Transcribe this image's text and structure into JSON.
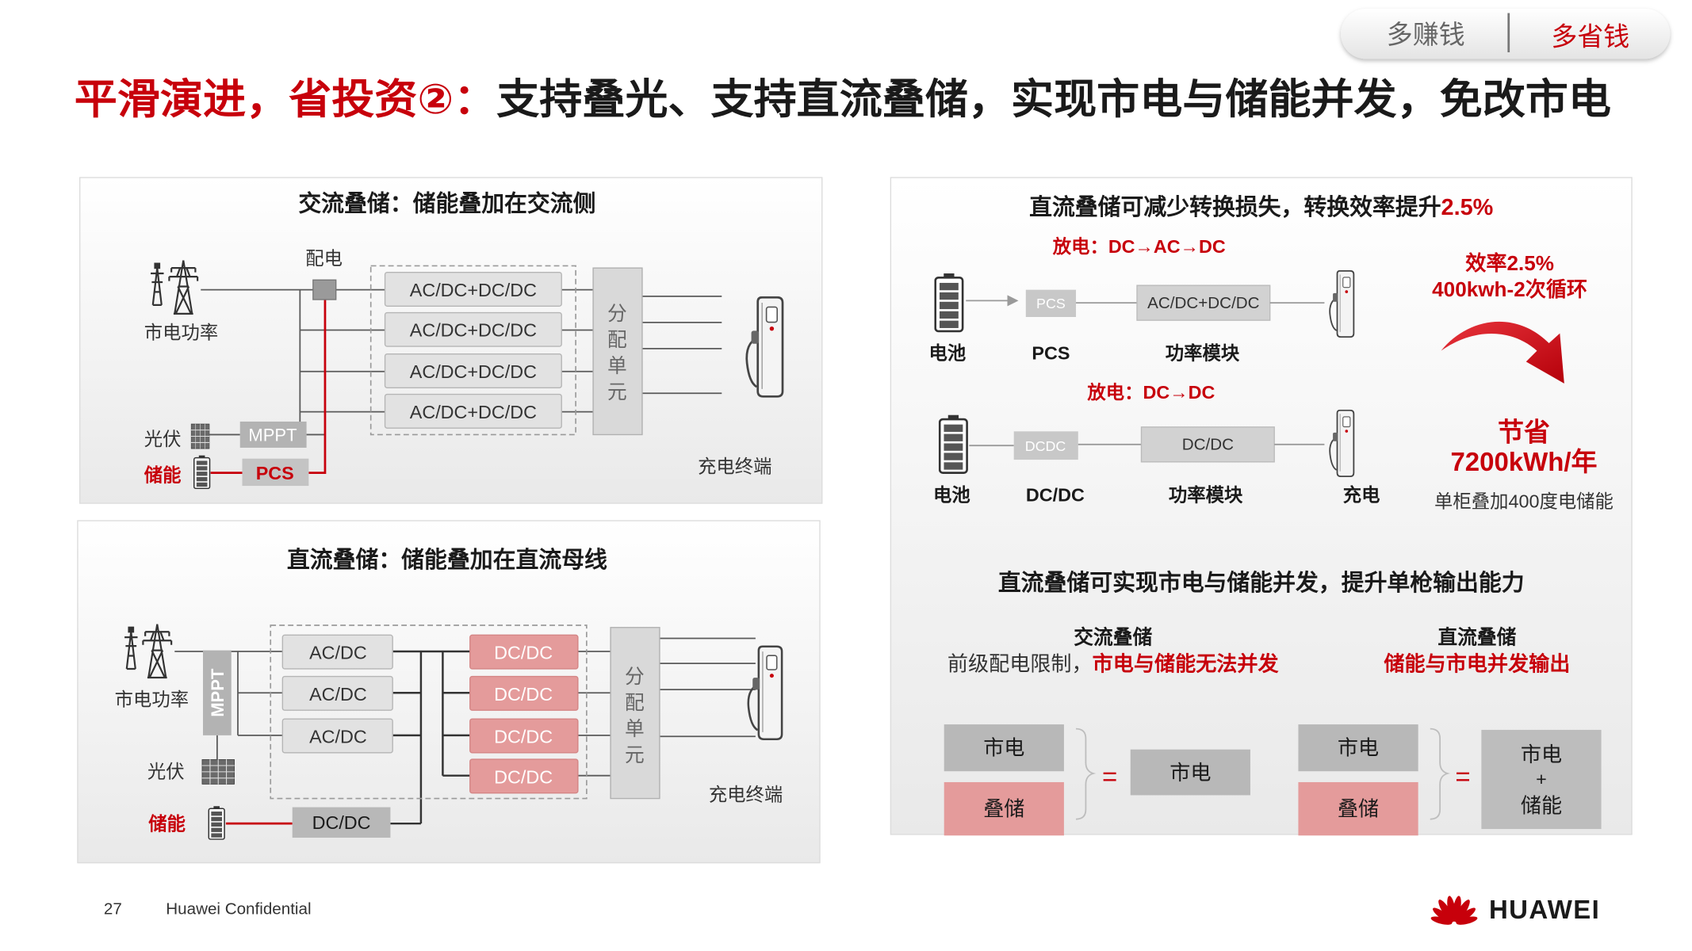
{
  "colors": {
    "brand_red": "#c7000b",
    "storage_pink": "#e49b9b",
    "module_grey": "#e2e2e2"
  },
  "nav": {
    "earn_more": "多赚钱",
    "save_more": "多省钱"
  },
  "title": {
    "highlight": "平滑演进，省投资②：",
    "main": "支持叠光、支持直流叠储，实现市电与储能并发，免改市电"
  },
  "ac_coupling": {
    "title": "交流叠储：储能叠加在交流侧",
    "grid_label": "市电功率",
    "distribution_label": "配电",
    "modules": [
      "AC/DC+DC/DC",
      "AC/DC+DC/DC",
      "AC/DC+DC/DC",
      "AC/DC+DC/DC"
    ],
    "distribution_unit": [
      "分",
      "配",
      "单",
      "元"
    ],
    "charger_label": "充电终端",
    "pv_label": "光伏",
    "mppt": "MPPT",
    "storage_label": "储能",
    "pcs": "PCS"
  },
  "dc_coupling": {
    "title": "直流叠储：储能叠加在直流母线",
    "grid_label": "市电功率",
    "mppt": "MPPT",
    "pv_label": "光伏",
    "acdc_modules": [
      "AC/DC",
      "AC/DC",
      "AC/DC"
    ],
    "dcdc_modules": [
      "DC/DC",
      "DC/DC",
      "DC/DC",
      "DC/DC"
    ],
    "distribution_unit": [
      "分",
      "配",
      "单",
      "元"
    ],
    "charger_label": "充电终端",
    "storage_label": "储能",
    "storage_converter": "DC/DC"
  },
  "efficiency": {
    "title": "直流叠储可减少转换损失，转换效率提升",
    "title_highlight": "2.5%",
    "ac_path": {
      "heading": "放电：DC→AC→DC",
      "converter": "PCS",
      "module": "AC/DC+DC/DC",
      "battery_label": "电池",
      "converter_label": "PCS",
      "module_label": "功率模块"
    },
    "dc_path": {
      "heading": "放电：DC→DC",
      "converter": "DCDC",
      "module": "DC/DC",
      "battery_label": "电池",
      "converter_label": "DC/DC",
      "module_label": "功率模块",
      "charger_label": "充电"
    },
    "gain": {
      "line1": "效率2.5%",
      "line2": "400kwh-2次循环"
    },
    "saving": {
      "line1": "节省",
      "line2": "7200kWh/年",
      "note": "单柜叠加400度电储能"
    }
  },
  "concurrency": {
    "title": "直流叠储可实现市电与储能并发，提升单枪输出能力",
    "ac_case": {
      "heading": "交流叠储",
      "text": "前级配电限制，",
      "highlight": "市电与储能无法并发",
      "grid": "市电",
      "storage": "叠储",
      "equals": "=",
      "result": "市电"
    },
    "dc_case": {
      "heading": "直流叠储",
      "highlight": "储能与市电并发输出",
      "grid": "市电",
      "storage": "叠储",
      "equals": "=",
      "result": [
        "市电",
        "+",
        "储能"
      ]
    }
  },
  "footer": {
    "page_number": "27",
    "confidential": "Huawei Confidential",
    "logo_text": "HUAWEI"
  }
}
